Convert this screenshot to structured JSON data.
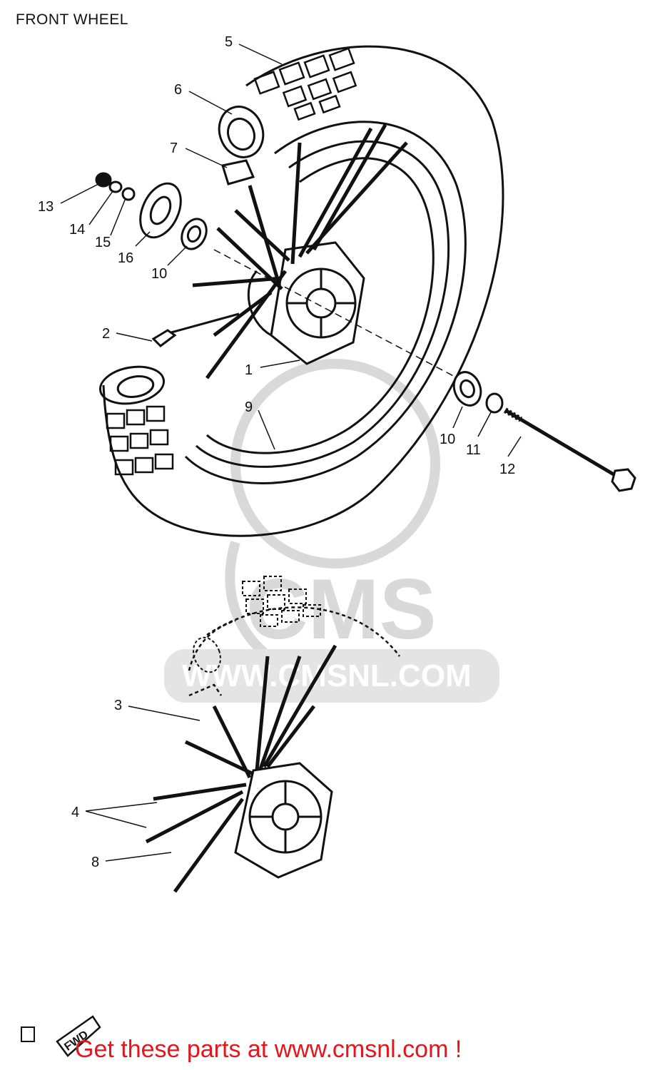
{
  "title": "FRONT WHEEL",
  "footer_link": "Get these parts at www.cmsnl.com !",
  "watermark": {
    "brand": "CMS",
    "url": "WWW.CMSNL.COM"
  },
  "corner_stamp": "FWD",
  "colors": {
    "link": "#e8141b",
    "ink": "#111111",
    "watermark": "#d9d9d9"
  },
  "callouts": {
    "c1": "1",
    "c2": "2",
    "c3": "3",
    "c4": "4",
    "c5": "5",
    "c6": "6",
    "c7": "7",
    "c8": "8",
    "c9": "9",
    "c10a": "10",
    "c10b": "10",
    "c11": "11",
    "c12": "12",
    "c13": "13",
    "c14": "14",
    "c15": "15",
    "c16": "16"
  }
}
